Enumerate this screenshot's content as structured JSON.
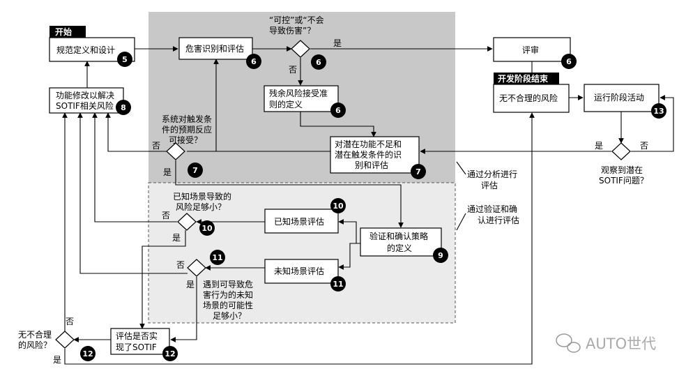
{
  "start": {
    "tag": "开始",
    "text": "规范定义和设计",
    "badge": "5"
  },
  "hazard": {
    "text": "危害识别和评估",
    "badge": "6"
  },
  "decision_control": {
    "line1": "“可控”或“不会",
    "line2": "导致伤害”？",
    "badge": "6",
    "yes": "是",
    "no": "否"
  },
  "review": {
    "text": "评审",
    "badge": "6"
  },
  "residual": {
    "line1": "残余风险接受准",
    "line2": "则的定义",
    "badge": "6"
  },
  "modify": {
    "line1": "功能修改以解决",
    "line2": "SOTIF相关风险",
    "badge": "8"
  },
  "trigger_decision": {
    "line1": "系统对触发条",
    "line2": "件的预期反应",
    "line3": "可接受？",
    "badge": "7",
    "yes": "是",
    "no": "否"
  },
  "eval_box": {
    "line1": "对潜在功能不足和",
    "line2": "潜在触发条件的识",
    "line3": "别和评估",
    "badge": "7"
  },
  "dev_end": {
    "tag": "开发阶段结束",
    "text": "无不合理的风险"
  },
  "operation": {
    "text": "运行阶段活动",
    "badge": "13"
  },
  "observe_decision": {
    "line1": "观察到潜在",
    "line2": "SOTIF问题？",
    "yes": "是",
    "no": "否"
  },
  "annot_analysis": {
    "line1": "通过分析进行",
    "line2": "评估"
  },
  "annot_verify": {
    "line1": "通过验证和确",
    "line2": "认进行评估"
  },
  "known_decision": {
    "line1": "已知场景导致的",
    "line2": "风险足够小？",
    "badge": "10",
    "yes": "是",
    "no": "否"
  },
  "known_eval": {
    "text": "已知场景评估",
    "badge": "10"
  },
  "vv_strategy": {
    "line1": "验证和确认策略",
    "line2": "的定义",
    "badge": "9"
  },
  "unknown_eval": {
    "text": "未知场景评估",
    "badge": "11"
  },
  "unknown_decision": {
    "line1": "遇到可导致危",
    "line2": "害行为的未知",
    "line3": "场景的可能性",
    "line4": "足够小？",
    "badge": "11",
    "yes": "是",
    "no": "否"
  },
  "sotif_eval": {
    "line1": "评估是否实",
    "line2": "现了SOTIF",
    "badge": "12"
  },
  "final_decision": {
    "line1": "无不合理",
    "line2": "的风险？",
    "badge": "12",
    "yes": "是",
    "no": "否"
  },
  "watermark": {
    "text": "AUTO世代"
  }
}
